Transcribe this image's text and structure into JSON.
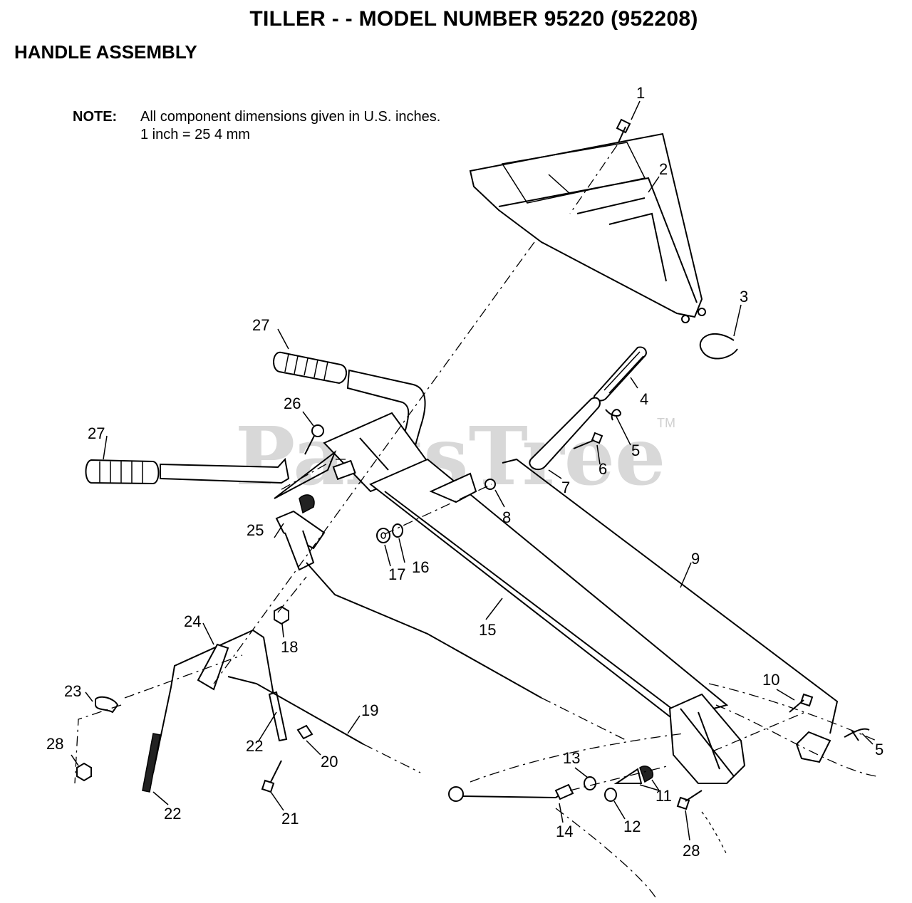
{
  "header": {
    "title": "TILLER - - MODEL NUMBER 95220 (952208)",
    "subtitle": "HANDLE ASSEMBLY"
  },
  "note": {
    "label": "NOTE:",
    "line1": "All component dimensions given in U.S. inches.",
    "line2": "1 inch = 25 4 mm"
  },
  "watermark": {
    "text": "PartsTree",
    "tm": "TM"
  },
  "callouts": [
    "1",
    "2",
    "3",
    "4",
    "5",
    "6",
    "7",
    "8",
    "9",
    "10",
    "11",
    "12",
    "13",
    "14",
    "15",
    "16",
    "17",
    "18",
    "19",
    "20",
    "21",
    "22",
    "23",
    "24",
    "25",
    "26",
    "27",
    "28"
  ],
  "callout_labels": [
    {
      "id": "c1",
      "text": "1"
    },
    {
      "id": "c2",
      "text": "2"
    },
    {
      "id": "c3",
      "text": "3"
    },
    {
      "id": "c4",
      "text": "4"
    },
    {
      "id": "c5a",
      "text": "5"
    },
    {
      "id": "c5b",
      "text": "5"
    },
    {
      "id": "c6",
      "text": "6"
    },
    {
      "id": "c7",
      "text": "7"
    },
    {
      "id": "c8",
      "text": "8"
    },
    {
      "id": "c9",
      "text": "9"
    },
    {
      "id": "c10",
      "text": "10"
    },
    {
      "id": "c11",
      "text": "11"
    },
    {
      "id": "c12",
      "text": "12"
    },
    {
      "id": "c13",
      "text": "13"
    },
    {
      "id": "c14",
      "text": "14"
    },
    {
      "id": "c15",
      "text": "15"
    },
    {
      "id": "c16",
      "text": "16"
    },
    {
      "id": "c17",
      "text": "17"
    },
    {
      "id": "c18",
      "text": "18"
    },
    {
      "id": "c19",
      "text": "19"
    },
    {
      "id": "c20",
      "text": "20"
    },
    {
      "id": "c21",
      "text": "21"
    },
    {
      "id": "c22a",
      "text": "22"
    },
    {
      "id": "c22b",
      "text": "22"
    },
    {
      "id": "c23",
      "text": "23"
    },
    {
      "id": "c24",
      "text": "24"
    },
    {
      "id": "c25",
      "text": "25"
    },
    {
      "id": "c26",
      "text": "26"
    },
    {
      "id": "c27a",
      "text": "27"
    },
    {
      "id": "c27b",
      "text": "27"
    },
    {
      "id": "c28a",
      "text": "28"
    },
    {
      "id": "c28b",
      "text": "28"
    }
  ]
}
